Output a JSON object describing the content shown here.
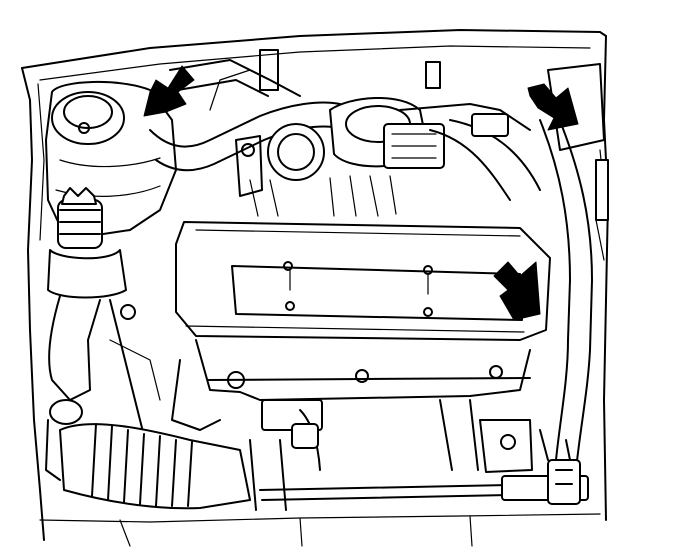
{
  "diagram": {
    "subject": "engine-compartment-line-drawing",
    "background_color": "#ffffff",
    "line_color": "#000000",
    "callout_arrow_count": 3,
    "callouts": [
      {
        "id": "arrow-1",
        "direction": "down-left"
      },
      {
        "id": "arrow-2",
        "direction": "down-right"
      },
      {
        "id": "arrow-3",
        "direction": "down-left"
      }
    ]
  }
}
